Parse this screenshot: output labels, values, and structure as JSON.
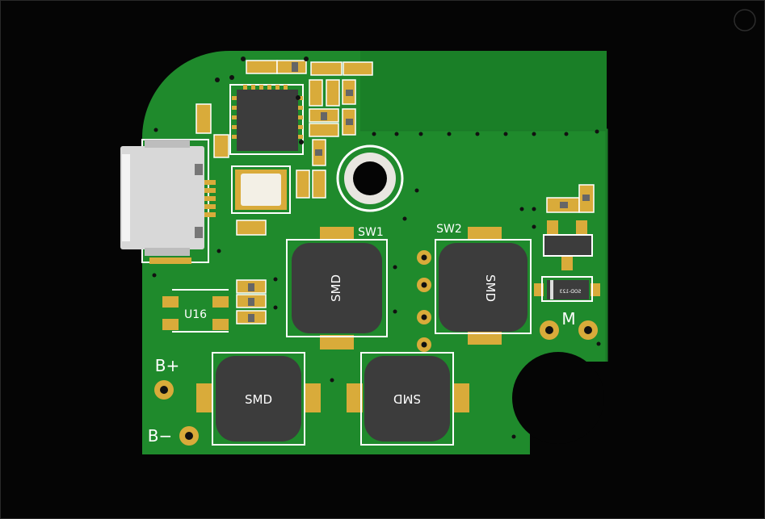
{
  "labels": {
    "sw1": "SW1",
    "sw2": "SW2",
    "smd": "SMD",
    "u16": "U16",
    "b_plus": "B+",
    "b_minus": "B−",
    "motor": "M",
    "diode_pkg": "SOD-123"
  },
  "colors": {
    "board": "#1f8a2c",
    "pad": "#d9ab3a",
    "silk": "#ffffff",
    "component": "#3c3c3c",
    "background": "#050505"
  }
}
